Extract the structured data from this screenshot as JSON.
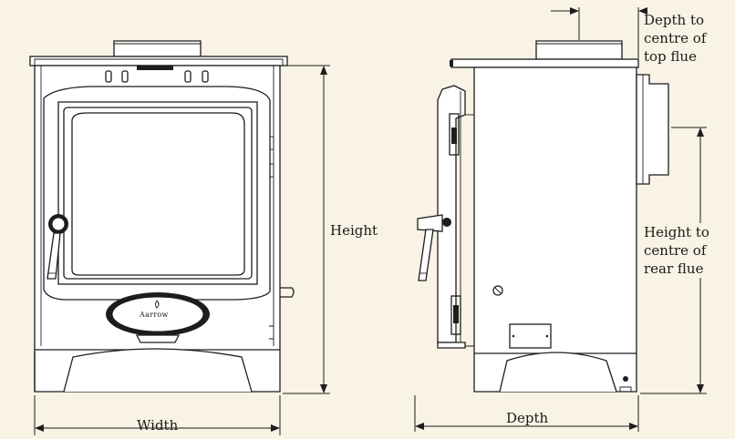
{
  "labels": {
    "height": "Height",
    "width": "Width",
    "depth": "Depth",
    "depth_top_flue": "Depth to\ncentre of\ntop flue",
    "height_rear_flue": "Height to\ncentre of\nrear flue"
  },
  "brand_plate": "Aarrow",
  "colors": {
    "background": "#f8f3e5",
    "line": "#1d1d1d",
    "body": "#ffffff"
  }
}
